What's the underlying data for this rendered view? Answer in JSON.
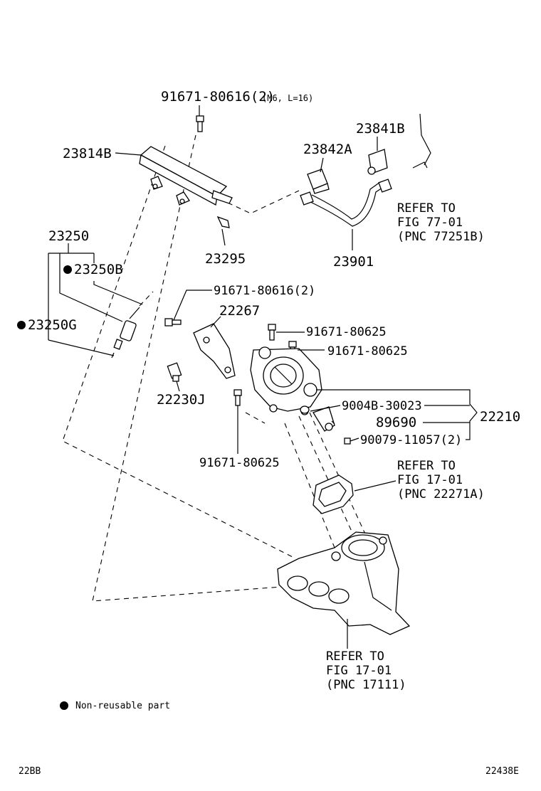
{
  "labels": {
    "top_bolt": "91671-80616(2)",
    "top_bolt_spec": "(M6, L=16)",
    "delivery_pipe": "23814B",
    "pipe_spacer": "23295",
    "clamp_a": "23842A",
    "clamp_b": "23841B",
    "fuel_hose": "23901",
    "refer_77_line1": "REFER TO",
    "refer_77_line2": "FIG 77-01",
    "refer_77_line3": "(PNC 77251B)",
    "injector_assy": "23250",
    "injector_b": "23250B",
    "injector_g": "23250G",
    "bracket_bolt": "91671-80616(2)",
    "bracket": "22267",
    "tb_bolt_1": "91671-80625",
    "tb_bolt_2": "91671-80625",
    "sensor_22230": "22230J",
    "bolt_lower": "91671-80625",
    "oring": "9004B-30023",
    "isc_valve": "89690",
    "throttle_body": "22210",
    "screw": "90079-11057(2)",
    "refer_17a_line1": "REFER TO",
    "refer_17a_line2": "FIG 17-01",
    "refer_17a_line3": "(PNC 22271A)",
    "refer_17b_line1": "REFER TO",
    "refer_17b_line2": "FIG 17-01",
    "refer_17b_line3": "(PNC 17111)",
    "legend_text": "Non-reusable part",
    "footer_left": "22BB",
    "footer_right": "22438E"
  },
  "colors": {
    "ink": "#000000",
    "paper": "#ffffff"
  }
}
